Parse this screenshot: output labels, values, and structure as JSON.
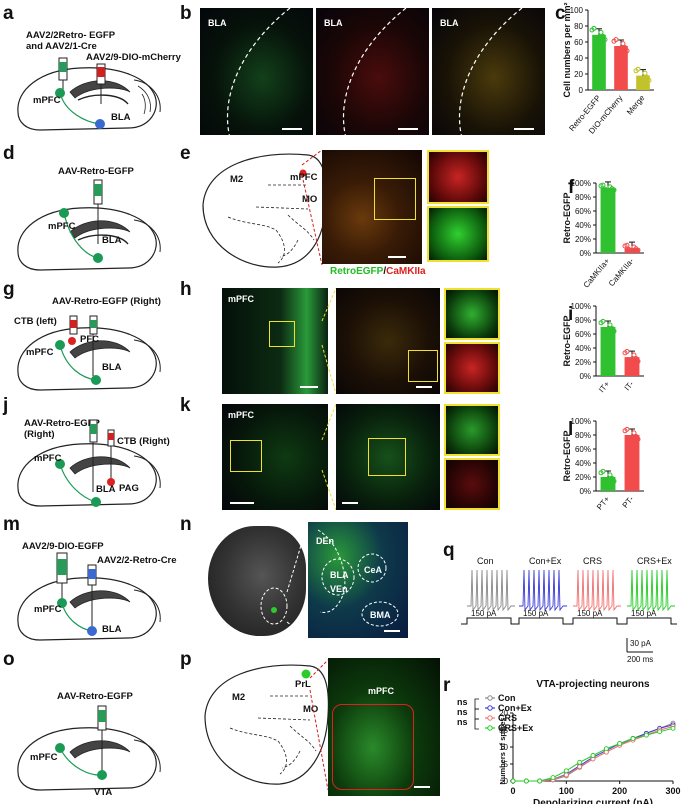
{
  "panel_labels": [
    "a",
    "b",
    "c",
    "d",
    "e",
    "f",
    "g",
    "h",
    "i",
    "j",
    "k",
    "l",
    "m",
    "n",
    "o",
    "p",
    "q",
    "r"
  ],
  "a": {
    "line1": "AAV2/2Retro- EGFP",
    "line2": "and AAV2/1-Cre",
    "line3": "AAV2/9-DIO-mCherry",
    "mpfc": "mPFC",
    "bla": "BLA"
  },
  "b": {
    "labels": [
      "BLA",
      "BLA",
      "BLA"
    ]
  },
  "c": {
    "ylabel": "Cell numbers per mm²",
    "chart_data": {
      "type": "bar",
      "categories": [
        "Retro-EGFP",
        "DIO-mCherry",
        "Merge"
      ],
      "values": [
        69,
        55,
        18
      ],
      "ylim": [
        0,
        100
      ],
      "yticks": [
        0,
        20,
        40,
        60,
        80,
        100
      ],
      "colors": [
        "#2fc12f",
        "#f24b4b",
        "#c2c22a"
      ]
    }
  },
  "d": {
    "title": "AAV-Retro-EGFP",
    "mpfc": "mPFC",
    "bla": "BLA"
  },
  "e": {
    "m2": "M2",
    "mpfc": "mPFC",
    "mo": "MO",
    "legend_green": "RetroEGFP",
    "legend_sep": "/",
    "legend_red": "CaMKIIa"
  },
  "f": {
    "ylabel": "Retro-EGFP",
    "chart_data": {
      "type": "bar",
      "categories": [
        "CaMKIIa+",
        "CaMKIIa-"
      ],
      "values": [
        93,
        7
      ],
      "ylim": [
        0,
        100
      ],
      "yticks": [
        "0%",
        "20%",
        "40%",
        "60%",
        "80%",
        "100%"
      ],
      "colors": [
        "#2fc12f",
        "#f24b4b"
      ]
    }
  },
  "g": {
    "title": "AAV-Retro-EGFP (Right)",
    "ctb": "CTB (left)",
    "pfc": "PFC",
    "mpfc": "mPFC",
    "bla": "BLA"
  },
  "h": {
    "mpfc": "mPFC"
  },
  "i": {
    "ylabel": "Retro-EGFP",
    "chart_data": {
      "type": "bar",
      "categories": [
        "IT+",
        "IT-"
      ],
      "values": [
        70,
        27
      ],
      "ylim": [
        0,
        100
      ],
      "yticks": [
        "0%",
        "20%",
        "40%",
        "60%",
        "80%",
        "100%"
      ],
      "colors": [
        "#2fc12f",
        "#f24b4b"
      ]
    }
  },
  "j": {
    "title1": "AAV-Retro-EGFP",
    "title2": "(Right)",
    "ctb": "CTB (Right)",
    "mpfc": "mPFC",
    "bla": "BLA",
    "pag": "PAG"
  },
  "k": {
    "mpfc": "mPFC"
  },
  "l": {
    "ylabel": "Retro-EGFP",
    "chart_data": {
      "type": "bar",
      "categories": [
        "PT+",
        "PT-"
      ],
      "values": [
        20,
        80
      ],
      "ylim": [
        0,
        100
      ],
      "yticks": [
        "0%",
        "20%",
        "40%",
        "60%",
        "80%",
        "100%"
      ],
      "colors": [
        "#2fc12f",
        "#f24b4b"
      ]
    }
  },
  "m": {
    "left": "AAV2/9-DIO-EGFP",
    "right": "AAV2/2-Retro-Cre",
    "mpfc": "mPFC",
    "bla": "BLA"
  },
  "n": {
    "den": "DEn",
    "bla": "BLA",
    "cea": "CeA",
    "ven": "VEn",
    "bma": "BMA"
  },
  "o": {
    "title": "AAV-Retro-EGFP",
    "mpfc": "mPFC",
    "vta": "VTA"
  },
  "p": {
    "m2": "M2",
    "prl": "PrL",
    "mo": "MO",
    "mpfc": "mPFC"
  },
  "q": {
    "groups": [
      "Con",
      "Con+Ex",
      "CRS",
      "CRS+Ex"
    ],
    "currents": [
      "150 pA",
      "150 pA",
      "150 pA",
      "150 pA"
    ],
    "colors": [
      "#888888",
      "#3a3ad8",
      "#f07070",
      "#22cc22"
    ],
    "scale_y": "30 pA",
    "scale_x": "200 ms"
  },
  "r": {
    "title": "VTA-projecting neurons",
    "xlabel": "Depolarizing current (pA)",
    "ylabel": "Numbers of spikes",
    "ns": [
      "ns",
      "ns",
      "ns"
    ],
    "chart_data": {
      "type": "line",
      "x": [
        0,
        25,
        50,
        75,
        100,
        125,
        150,
        175,
        200,
        225,
        250,
        275,
        300
      ],
      "xticks": [
        0,
        100,
        200,
        300
      ],
      "yticks": [
        0,
        5,
        10,
        15,
        20
      ],
      "ylim": [
        0,
        20
      ],
      "xlim": [
        0,
        300
      ],
      "series": [
        {
          "name": "Con",
          "color": "#888888",
          "values": [
            0,
            0,
            0,
            0.3,
            1.5,
            4,
            6.5,
            8.5,
            10.5,
            12.5,
            14,
            15.5,
            17
          ]
        },
        {
          "name": "Con+Ex",
          "color": "#3a3ad8",
          "values": [
            0,
            0,
            0,
            0.5,
            2,
            4.5,
            7,
            9,
            11,
            12.5,
            14,
            15.5,
            16.5
          ]
        },
        {
          "name": "CRS",
          "color": "#f07070",
          "values": [
            0,
            0,
            0,
            0.4,
            1.8,
            4.2,
            6.5,
            8.5,
            10.5,
            12,
            13.5,
            15,
            16
          ]
        },
        {
          "name": "CRS+Ex",
          "color": "#22cc22",
          "values": [
            0,
            0,
            0,
            1,
            3,
            5.5,
            7.5,
            9.5,
            11,
            12.5,
            13.5,
            14.5,
            15.5
          ]
        }
      ]
    }
  }
}
